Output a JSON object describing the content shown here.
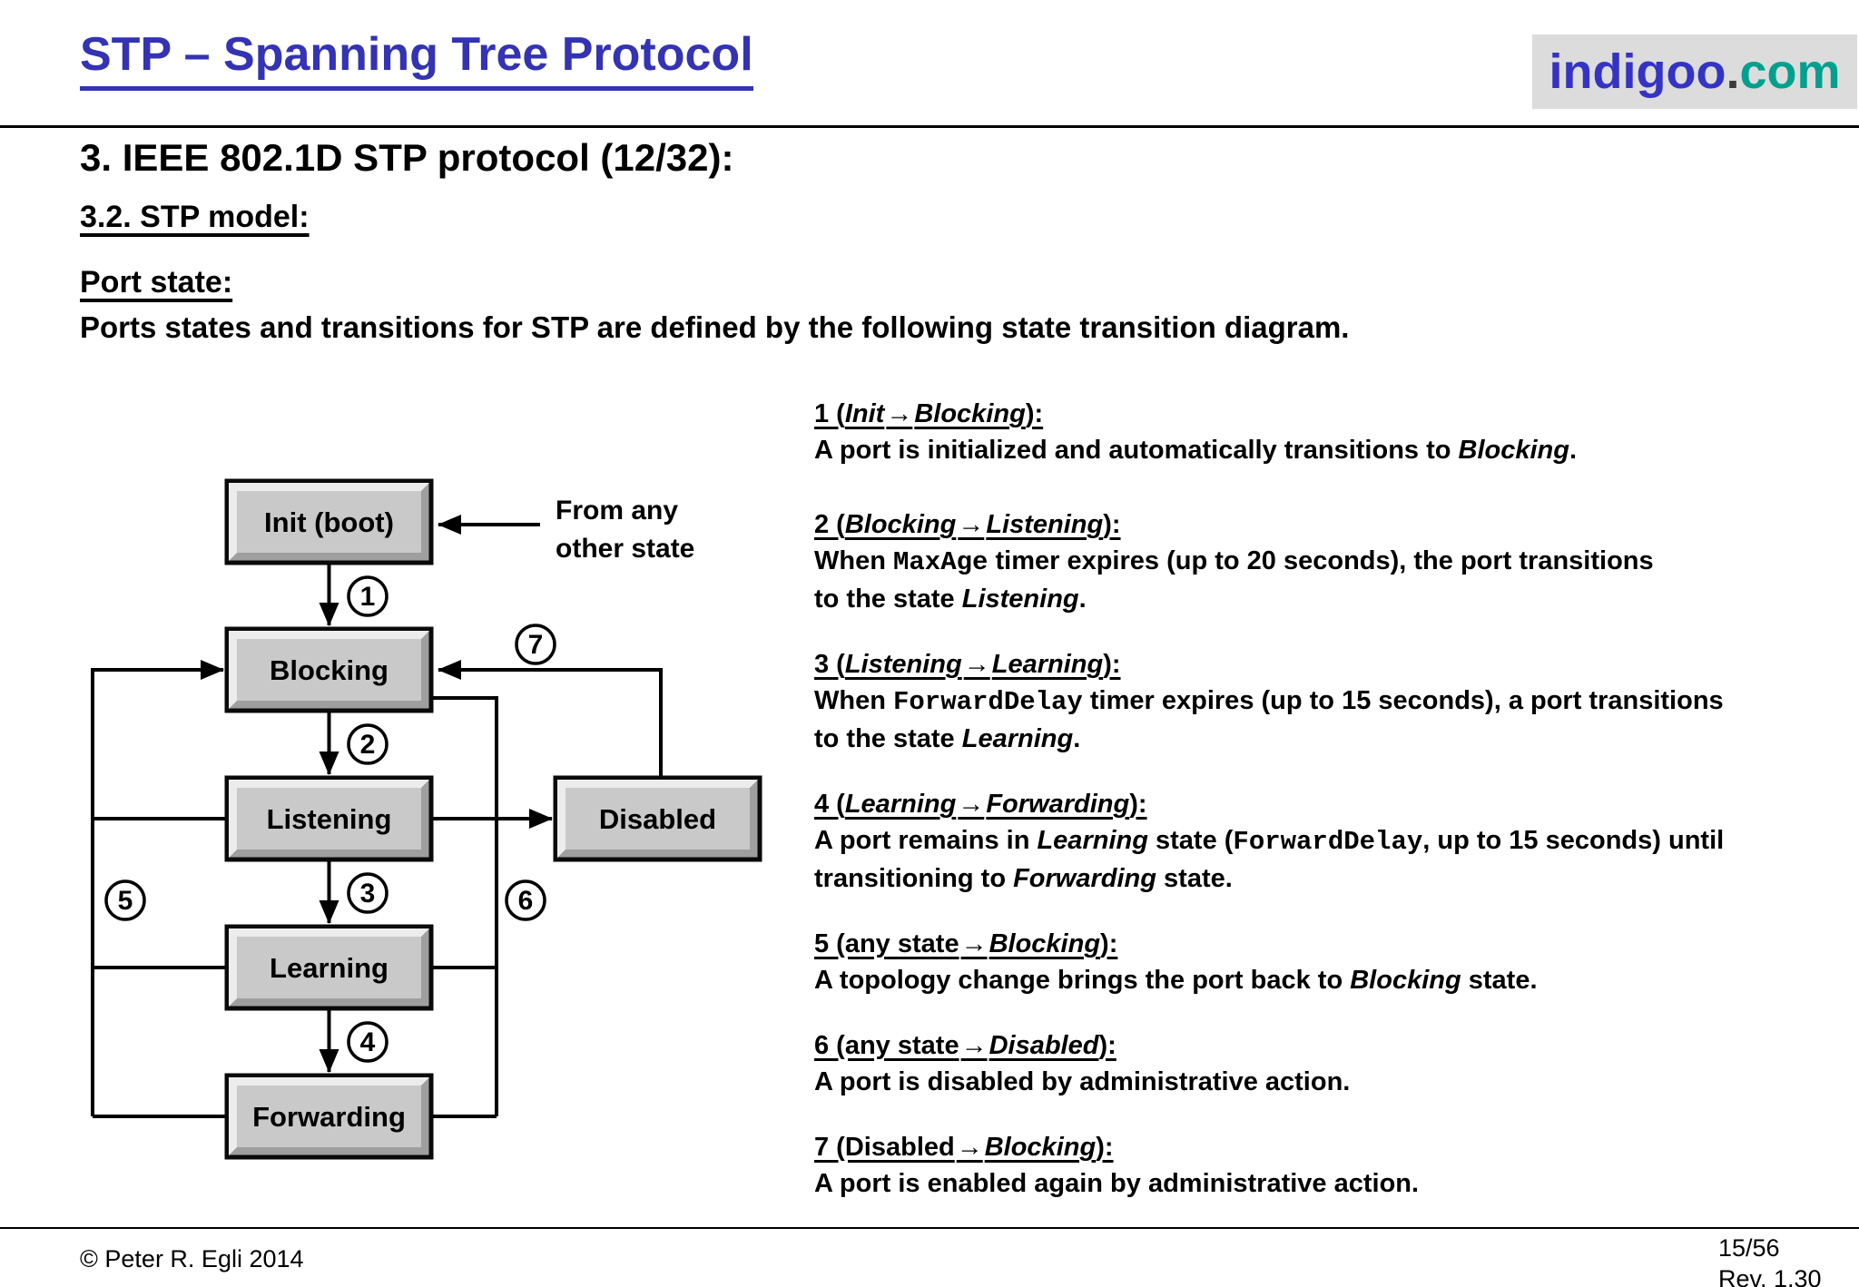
{
  "slide": {
    "title": "STP – Spanning Tree Protocol",
    "logo": {
      "name": "indigoo",
      "dot": ".",
      "tld": "com"
    },
    "section_heading": "3. IEEE 802.1D STP protocol (12/32):",
    "subsection_heading": "3.2. STP model:",
    "topic_heading": "Port state:",
    "description": "Ports states and transitions for STP are defined by the following state transition diagram.",
    "footer": {
      "copyright": "© Peter R. Egli 2014",
      "page": "15/56",
      "revision": "Rev. 1.30"
    }
  },
  "diagram": {
    "states": [
      "Init (boot)",
      "Blocking",
      "Listening",
      "Learning",
      "Forwarding",
      "Disabled"
    ],
    "numbers": [
      "1",
      "2",
      "3",
      "4",
      "5",
      "6",
      "7"
    ],
    "from_any_line1": "From any",
    "from_any_line2": "other state"
  },
  "transitions": [
    {
      "heading": [
        {
          "t": "1 ("
        },
        {
          "t": "Init",
          "i": 1
        },
        {
          "t": "→",
          "a": 1
        },
        {
          "t": "Blocking",
          "i": 1
        },
        {
          "t": "):"
        }
      ],
      "body": [
        [
          {
            "t": "A port is initialized and automatically transitions to "
          },
          {
            "t": "Blocking",
            "i": 1
          },
          {
            "t": "."
          }
        ]
      ]
    },
    {
      "heading": [
        {
          "t": "2 ("
        },
        {
          "t": "Blocking",
          "i": 1
        },
        {
          "t": "→",
          "a": 1
        },
        {
          "t": "Listening",
          "i": 1
        },
        {
          "t": "):"
        }
      ],
      "body": [
        [
          {
            "t": "When "
          },
          {
            "t": "MaxAge",
            "m": 1
          },
          {
            "t": " timer expires (up to 20 seconds), the port transitions"
          }
        ],
        [
          {
            "t": "to the state "
          },
          {
            "t": "Listening",
            "i": 1
          },
          {
            "t": "."
          }
        ]
      ]
    },
    {
      "heading": [
        {
          "t": "3 ("
        },
        {
          "t": "Listening",
          "i": 1
        },
        {
          "t": "→",
          "a": 1
        },
        {
          "t": "Learning",
          "i": 1
        },
        {
          "t": "):"
        }
      ],
      "body": [
        [
          {
            "t": "When "
          },
          {
            "t": "ForwardDelay",
            "m": 1
          },
          {
            "t": " timer expires (up to 15 seconds), a port transitions"
          }
        ],
        [
          {
            "t": "to the state "
          },
          {
            "t": "Learning",
            "i": 1
          },
          {
            "t": "."
          }
        ]
      ]
    },
    {
      "heading": [
        {
          "t": "4 ("
        },
        {
          "t": "Learning",
          "i": 1
        },
        {
          "t": "→",
          "a": 1
        },
        {
          "t": "Forwarding",
          "i": 1
        },
        {
          "t": "):"
        }
      ],
      "body": [
        [
          {
            "t": "A port remains in "
          },
          {
            "t": "Learning",
            "i": 1
          },
          {
            "t": " state ("
          },
          {
            "t": "ForwardDelay",
            "m": 1
          },
          {
            "t": ", up to 15 seconds) until"
          }
        ],
        [
          {
            "t": "transitioning to "
          },
          {
            "t": "Forwarding",
            "i": 1
          },
          {
            "t": " state."
          }
        ]
      ]
    },
    {
      "heading": [
        {
          "t": "5 (any state"
        },
        {
          "t": "→",
          "a": 1
        },
        {
          "t": "Blocking",
          "i": 1
        },
        {
          "t": "):"
        }
      ],
      "body": [
        [
          {
            "t": "A topology change brings the port back to "
          },
          {
            "t": "Blocking",
            "i": 1
          },
          {
            "t": " state."
          }
        ]
      ]
    },
    {
      "heading": [
        {
          "t": "6 (any state"
        },
        {
          "t": "→",
          "a": 1
        },
        {
          "t": "Disabled",
          "i": 1
        },
        {
          "t": "):"
        }
      ],
      "body": [
        [
          {
            "t": "A port is disabled by administrative action."
          }
        ]
      ]
    },
    {
      "heading": [
        {
          "t": "7 (Disabled"
        },
        {
          "t": "→",
          "a": 1
        },
        {
          "t": "Blocking",
          "i": 1
        },
        {
          "t": "):"
        }
      ],
      "body": [
        [
          {
            "t": "A port is enabled again by administrative action."
          }
        ]
      ]
    }
  ],
  "colors": {
    "title_blue": "#3333b4",
    "logo_blue": "#3433c6",
    "logo_dot": "#3b3b3b",
    "logo_teal": "#00a08e",
    "logo_bg": "#dcdcdc",
    "box_fill": "#c9c9c9",
    "box_light": "#ececec",
    "box_dark": "#9f9f9f",
    "box_border": "#0a0a0a",
    "line": "#000000"
  }
}
